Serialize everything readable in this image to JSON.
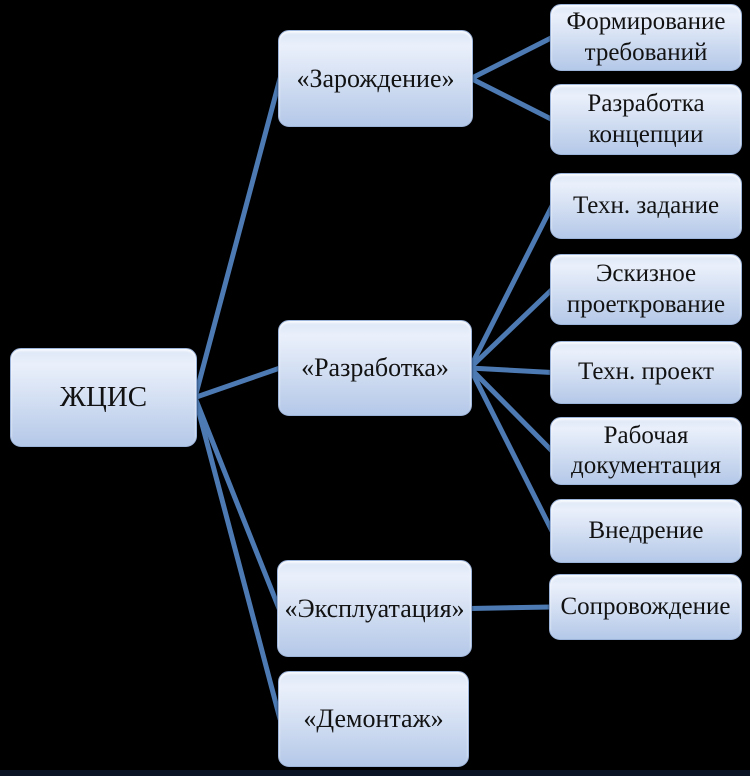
{
  "nodes": {
    "root": {
      "label": "ЖЦИС"
    },
    "zarozhdenie": {
      "label": "«Зарождение»"
    },
    "razrabotka": {
      "label": "«Разработка»"
    },
    "ekspluatatsiya": {
      "label": "«Эксплуатация»"
    },
    "demontazh": {
      "label": "«Демонтаж»"
    },
    "form_treb": {
      "label": "Формирование требований"
    },
    "razrab_konts": {
      "label": "Разработка концепции"
    },
    "tekhn_zadanie": {
      "label": "Техн. задание"
    },
    "eskiznoe": {
      "label": "Эскизное проеткрование"
    },
    "tekhn_proekt": {
      "label": "Техн. проект"
    },
    "rabochaya": {
      "label": "Рабочая документация"
    },
    "vnedrenie": {
      "label": "Внедрение"
    },
    "soprovozhdenie": {
      "label": "Сопровождение"
    }
  },
  "edges": [
    [
      "root",
      "zarozhdenie"
    ],
    [
      "root",
      "razrabotka"
    ],
    [
      "root",
      "ekspluatatsiya"
    ],
    [
      "root",
      "demontazh"
    ],
    [
      "zarozhdenie",
      "form_treb"
    ],
    [
      "zarozhdenie",
      "razrab_konts"
    ],
    [
      "razrabotka",
      "tekhn_zadanie"
    ],
    [
      "razrabotka",
      "eskiznoe"
    ],
    [
      "razrabotka",
      "tekhn_proekt"
    ],
    [
      "razrabotka",
      "rabochaya"
    ],
    [
      "razrabotka",
      "vnedrenie"
    ],
    [
      "ekspluatatsiya",
      "soprovozhdenie"
    ]
  ],
  "colors": {
    "background": "#000000",
    "connector": "#4d7ab3",
    "node_fill_top": "#dce6f6",
    "node_fill_bottom": "#b4c8e8",
    "node_border": "#9db4da",
    "text": "#121212",
    "bottom_strip": "#0b1424"
  },
  "connector_width": 5
}
